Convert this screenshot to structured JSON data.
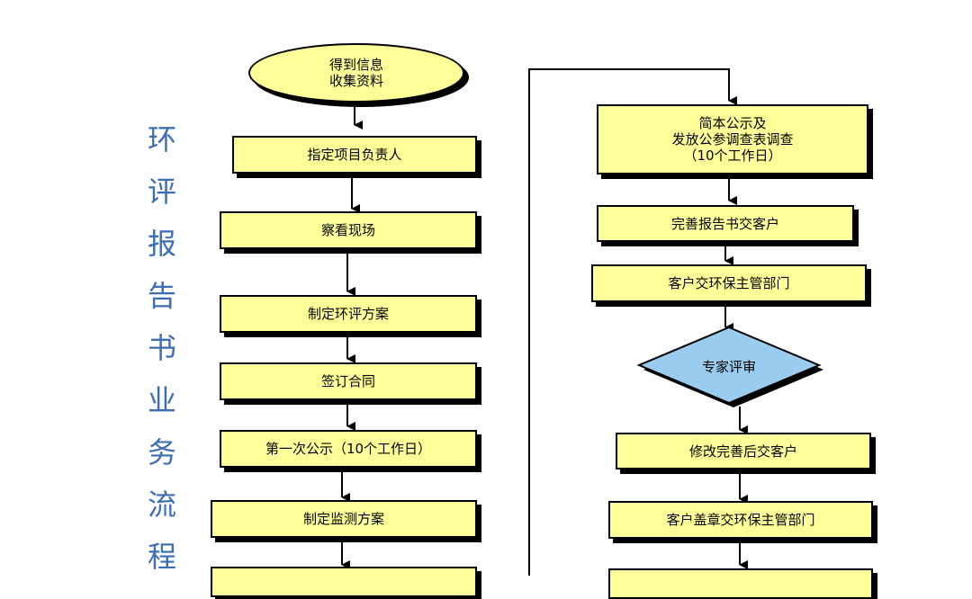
{
  "title": [
    "环",
    "评",
    "报",
    "告",
    "书",
    "业",
    "务",
    "流",
    "程"
  ],
  "left_steps": [
    "得到信息\n收集资料",
    "指定项目负责人",
    "察看现场",
    "制定环评方案",
    "签订合同",
    "第一次公示（10个工作日）",
    "制定监测方案",
    ""
  ],
  "right_steps": [
    "简本公示及\n发放公参调查表调查\n（10个工作日）",
    "完善报告书交客户",
    "客户交环保主管部门",
    "专家评审",
    "修改完善后交客户",
    "客户盖章交环保主管部门",
    ""
  ],
  "colors": {
    "box_fill": "#ffff99",
    "diamond_fill": "#99ccee",
    "title_color": "#3b6eb5"
  }
}
